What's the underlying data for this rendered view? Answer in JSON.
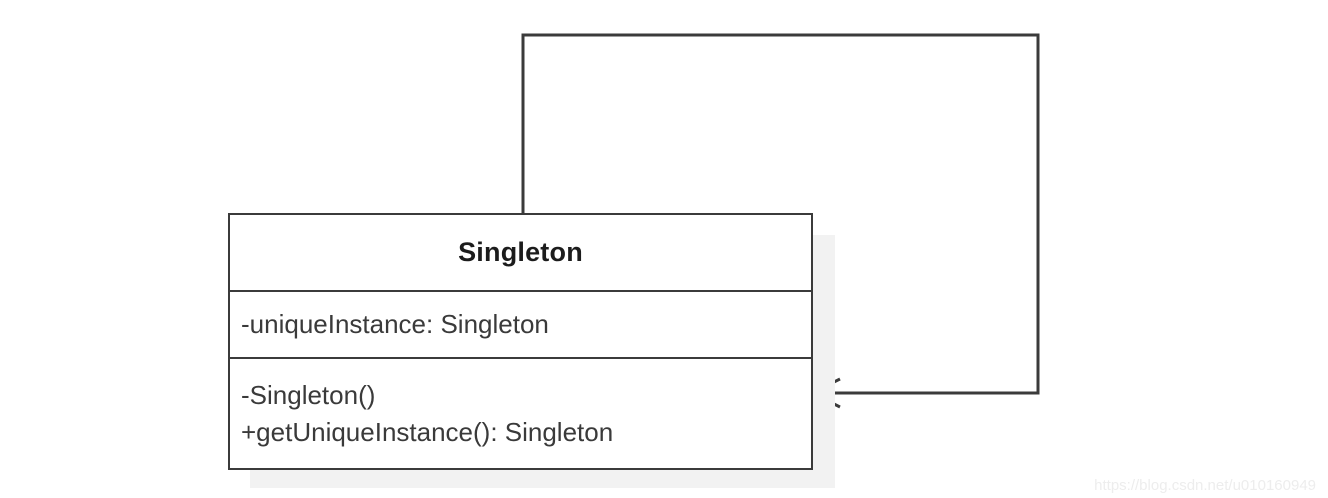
{
  "diagram": {
    "type": "uml-class-diagram",
    "title": "Singleton pattern class diagram",
    "background_color": "#ffffff",
    "stroke_color": "#3b3b3b",
    "text_color": "#3a3a3a",
    "shadow_color": "#f2f2f2"
  },
  "class_box": {
    "name": "Singleton",
    "attributes": [
      "-uniqueInstance: Singleton"
    ],
    "operations": [
      "-Singleton()",
      "+getUniqueInstance(): Singleton"
    ]
  },
  "relationship": {
    "kind": "self-association",
    "arrow_style": "open-arrow",
    "source": "Singleton",
    "target": "Singleton",
    "label": ""
  },
  "watermark": {
    "text": "https://blog.csdn.net/u010160949",
    "color": "#ededed"
  }
}
